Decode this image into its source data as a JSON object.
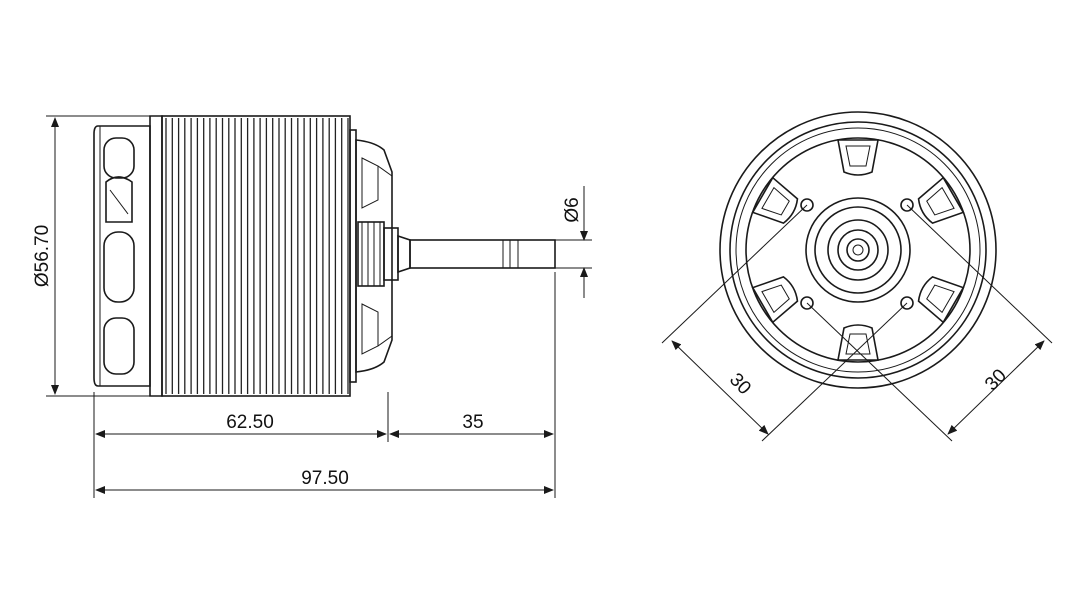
{
  "dimensions": {
    "diameter": "Ø56.70",
    "shaft": "Ø6",
    "body_length": "62.50",
    "shaft_length": "35",
    "total_length": "97.50",
    "hole_spacing_left": "30",
    "hole_spacing_right": "30"
  },
  "colors": {
    "line": "#1a1a1a",
    "background": "#ffffff"
  }
}
